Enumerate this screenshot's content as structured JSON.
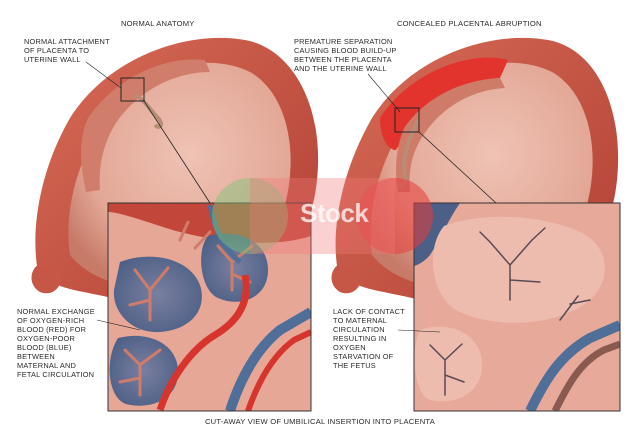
{
  "titles": {
    "left": "NORMAL ANATOMY",
    "right": "CONCEALED PLACENTAL ABRUPTION",
    "bottom": "CUT-AWAY VIEW OF UMBILICAL INSERTION INTO PLACENTA"
  },
  "callouts": {
    "normal_attachment": [
      "NORMAL ATTACHMENT",
      "OF PLACENTA TO",
      "UTERINE WALL"
    ],
    "premature_separation": [
      "PREMATURE SEPARATION",
      "CAUSING BLOOD BUILD-UP",
      "BETWEEN THE PLACENTA",
      "AND THE UTERINE WALL"
    ],
    "normal_exchange": [
      "NORMAL EXCHANGE",
      "OF OXYGEN-RICH",
      "BLOOD (RED) FOR",
      "OXYGEN-POOR",
      "BLOOD (BLUE)",
      "BETWEEN",
      "MATERNAL AND",
      "FETAL CIRCULATION"
    ],
    "lack_of_contact": [
      "LACK OF CONTACT",
      "TO MATERNAL",
      "CIRCULATION",
      "RESULTING IN",
      "OXYGEN",
      "STARVATION OF",
      "THE FETUS"
    ]
  },
  "watermark": {
    "text": "Stock",
    "color": "#e23a3a"
  },
  "colors": {
    "uterus_wall": "#c8503f",
    "uterus_inner": "#dc9488",
    "placenta": "#d88472",
    "sac": "#e7b2a2",
    "blood_red": "#d6352d",
    "vessel_blue": "#4f6e98",
    "vessel_brown": "#8a5a50",
    "inset_bg": "#e9a999"
  }
}
